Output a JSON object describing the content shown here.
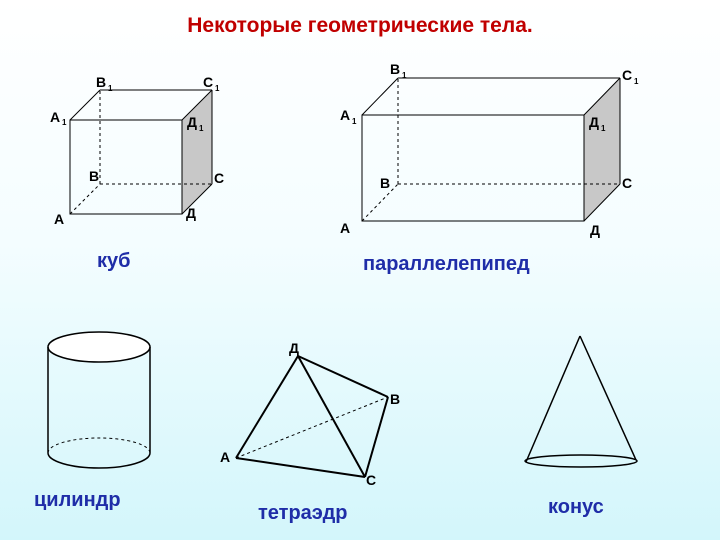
{
  "title": "Некоторые геометрические тела.",
  "shapes": {
    "cube": {
      "caption": "куб",
      "labels": {
        "A": "А",
        "B": "В",
        "C": "С",
        "D": "Д",
        "A1": "А",
        "B1": "В",
        "C1": "С",
        "D1": "Д"
      },
      "subscript": "1"
    },
    "parallelepiped": {
      "caption": "параллелепипед",
      "labels": {
        "A": "А",
        "B": "В",
        "C": "С",
        "D": "Д",
        "A1": "А",
        "B1": "В",
        "C1": "С",
        "D1": "Д"
      },
      "subscript": "1"
    },
    "cylinder": {
      "caption": "цилиндр"
    },
    "tetrahedron": {
      "caption": "тетраэдр",
      "labels": {
        "A": "А",
        "B": "В",
        "C": "С",
        "D": "Д"
      }
    },
    "cone": {
      "caption": "конус"
    }
  },
  "colors": {
    "title": "#c00000",
    "caption": "#1f2da8",
    "shade": "#c8c8c8"
  }
}
